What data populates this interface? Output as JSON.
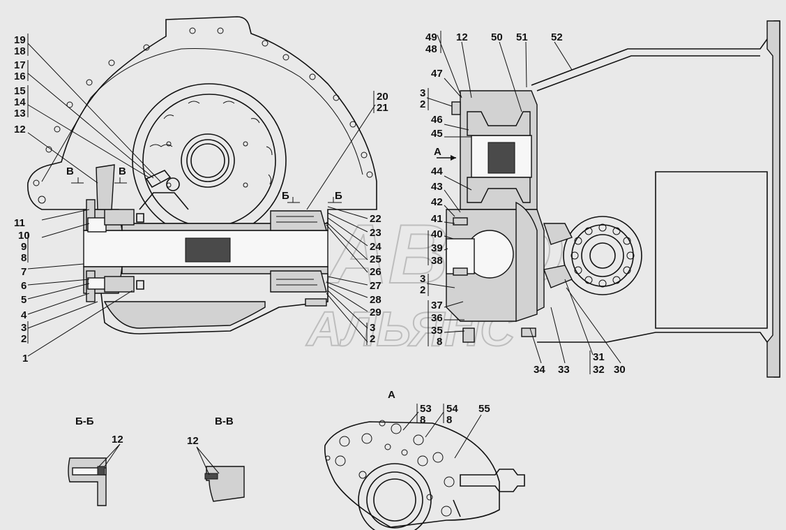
{
  "diagram": {
    "labels_left": [
      "19",
      "18",
      "17",
      "16",
      "15",
      "14",
      "13",
      "12",
      "11",
      "10",
      "9",
      "8",
      "7",
      "6",
      "5",
      "4",
      "3",
      "2",
      "1"
    ],
    "labels_mid": [
      "20",
      "21",
      "22",
      "23",
      "24",
      "25",
      "26",
      "27",
      "28",
      "29",
      "3",
      "2"
    ],
    "labels_top_right": [
      "49",
      "48",
      "12",
      "50",
      "51",
      "52",
      "47",
      "3",
      "2",
      "46",
      "45",
      "44",
      "43",
      "42",
      "41",
      "40",
      "39",
      "38",
      "3",
      "2",
      "37",
      "36",
      "35",
      "8"
    ],
    "labels_bottom_right": [
      "34",
      "33",
      "31",
      "32",
      "30"
    ],
    "section_marks": [
      "В",
      "В",
      "Б",
      "Б",
      "А"
    ],
    "section_titles": {
      "bb": "Б-Б",
      "vv": "В-В",
      "a": "А"
    },
    "detail_labels": {
      "bb": "12",
      "vv": "12",
      "a53": "53",
      "a53b": "8",
      "a54": "54",
      "a54b": "8",
      "a55": "55"
    },
    "watermark": {
      "latin": "ABTO",
      "cyrillic": "АЛЬЯНС"
    }
  }
}
